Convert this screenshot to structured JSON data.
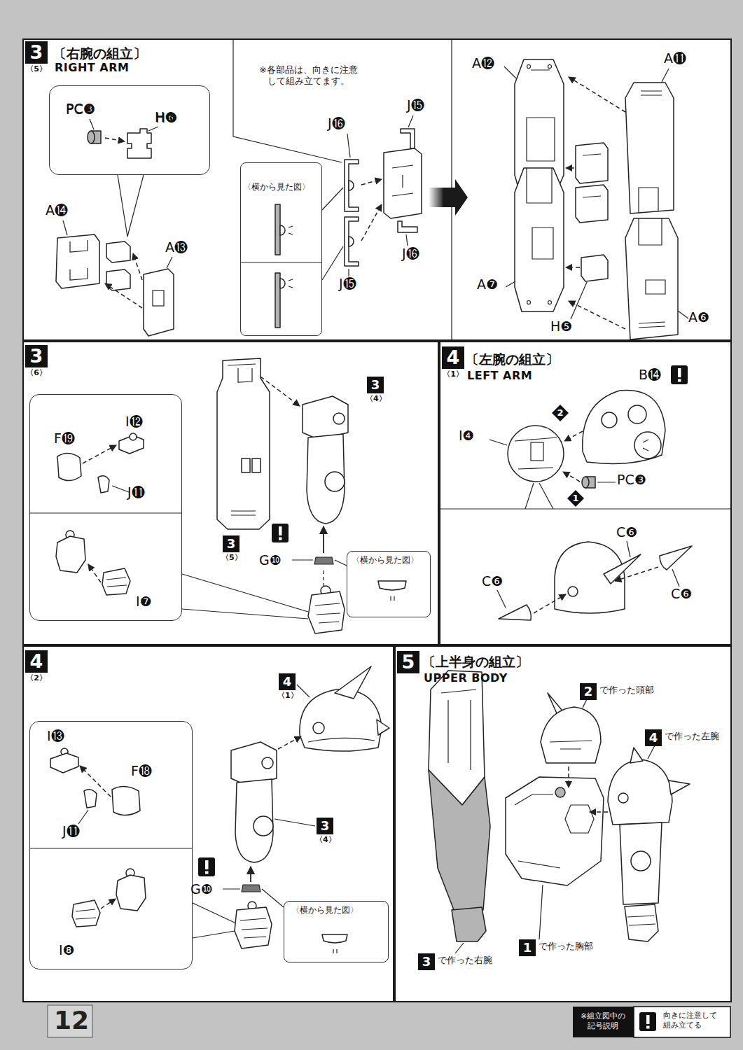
{
  "diagram": {
    "nodes": [
      {
        "text": [
          "3",
          "〈5〉",
          "〔右腕の組立〕",
          "RIGHT ARM"
        ]
      },
      {
        "text": [
          "PC❸",
          "H❻"
        ],
        "in": 0
      },
      {
        "text": [
          "〈横から見た図〉"
        ],
        "in": 0
      },
      {
        "text": [
          "3",
          "〈6〉"
        ]
      },
      {
        "text": [
          "I⓬",
          "F⓳",
          "J⓫",
          "I❼"
        ],
        "in": 3
      },
      {
        "text": [
          "〈横から見た図〉"
        ],
        "in": 3
      },
      {
        "text": [
          "4",
          "〈1〉",
          "〔左腕の組立〕",
          "LEFT ARM"
        ]
      },
      {
        "text": [
          "4",
          "〈2〉"
        ]
      },
      {
        "text": [
          "I⓭",
          "F⓲",
          "J⓫",
          "I❽"
        ],
        "in": 7
      },
      {
        "text": [
          "〈横から見た図〉"
        ],
        "in": 7
      },
      {
        "text": [
          "5",
          "〔上半身の組立〕",
          "UPPER BODY"
        ]
      }
    ],
    "labels": [
      "PC❸",
      "H❻",
      "A⓮",
      "A⓭",
      "※各部品は、向きに注意 して組み立てます。",
      "J⓰",
      "J⓯",
      "J⓰",
      "J⓯",
      "A⓬",
      "A⓫",
      "A❼",
      "H❺",
      "A❻",
      "3",
      "〈5〉",
      "3",
      "〈4〉",
      "G❿",
      "B⓮",
      "2",
      "I❹",
      "PC❸",
      "1",
      "C❻",
      "C❻",
      "C❻",
      "4",
      "〈1〉",
      "3",
      "〈4〉",
      "G❿",
      "2",
      "で作った頭部",
      "4",
      "で作った左腕",
      "1",
      "で作った胸部",
      "3",
      "で作った右腕",
      "12",
      "※組立図中の 記号説明"
    ],
    "legend": [
      {
        "text": "向きに注意して 組み立てる"
      }
    ]
  }
}
